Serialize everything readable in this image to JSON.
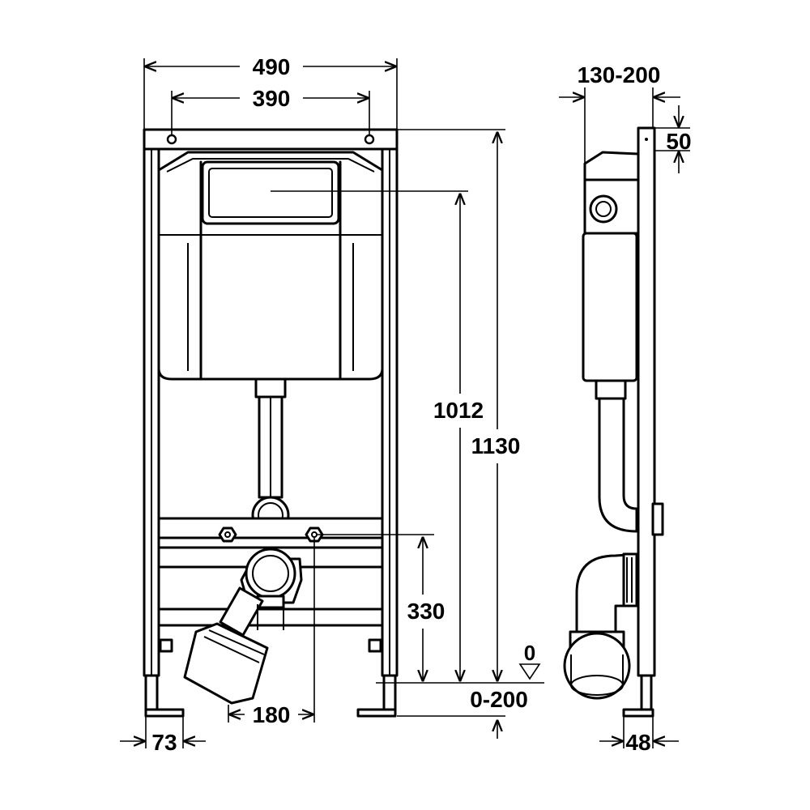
{
  "dimensions": {
    "frame_width": "490",
    "fixing_spacing": "390",
    "height_to_actuator": "1012",
    "total_height": "1130",
    "drain_height": "330",
    "drain_offset": "180",
    "foot_width": "73",
    "depth_adjust": "130-200",
    "top_offset": "50",
    "floor_level": "0",
    "height_adjust": "0-200",
    "side_foot_width": "48"
  }
}
